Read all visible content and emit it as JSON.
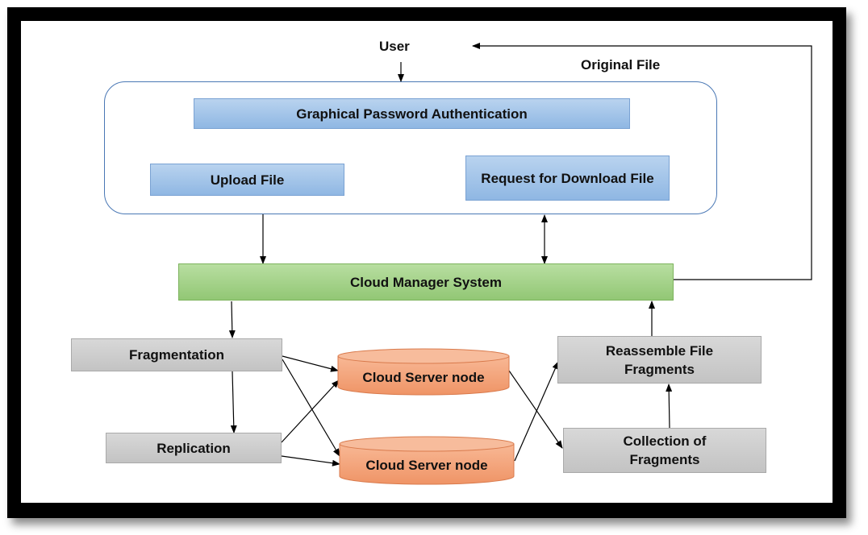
{
  "user": "User",
  "original_file": "Original File",
  "graphical_password": "Graphical Password Authentication",
  "upload_file": "Upload File",
  "request_download": "Request for Download File",
  "cloud_manager": "Cloud Manager System",
  "fragmentation": "Fragmentation",
  "replication": "Replication",
  "cloud_server_1": "Cloud Server node",
  "cloud_server_2": "Cloud Server node",
  "reassemble": "Reassemble File Fragments",
  "collection": "Collection of Fragments",
  "colors": {
    "blue_box": "#9dc0e8",
    "green_box": "#a3d28a",
    "gray_box": "#cdcdcd",
    "cylinder": "#f4a57e",
    "panel_border": "#4a78b5"
  }
}
